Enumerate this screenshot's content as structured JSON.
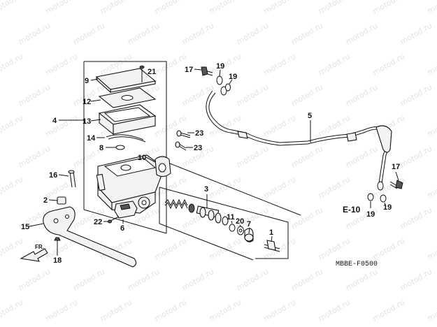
{
  "watermark": "motod.ru",
  "diagram_code": "MBBE-F0500",
  "section_ref": "E-10",
  "front_label": "FR.",
  "callouts": {
    "c21": "21",
    "c9": "9",
    "c12": "12",
    "c13": "13",
    "c4": "4",
    "c14": "14",
    "c8": "8",
    "c10": "10",
    "c16": "16",
    "c2": "2",
    "c15": "15",
    "c18": "18",
    "c22": "22",
    "c6": "6",
    "c3": "3",
    "c11": "11",
    "c20": "20",
    "c7": "7",
    "c1": "1",
    "c17a": "17",
    "c19a": "19",
    "c19b": "19",
    "c23a": "23",
    "c23b": "23",
    "c5": "5",
    "c17b": "17",
    "c19c": "19",
    "c19d": "19"
  }
}
